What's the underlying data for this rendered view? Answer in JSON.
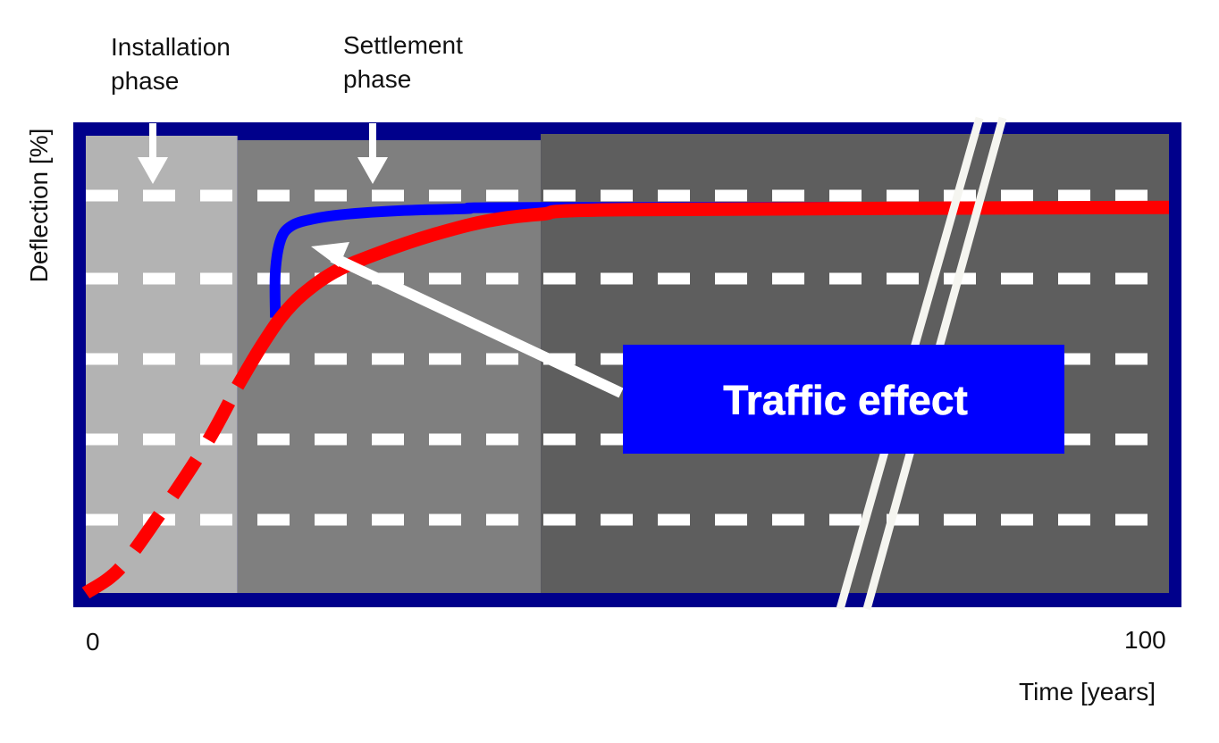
{
  "chart_data": {
    "type": "line",
    "title": "",
    "xlabel": "Time [years]",
    "ylabel": "Deflection [%]",
    "x_ticks": [
      "0",
      "100"
    ],
    "xlim": [
      0,
      100
    ],
    "ylim": [
      0,
      100
    ],
    "phases": [
      {
        "label": "Installation phase",
        "x_start": 0,
        "x_end": 14
      },
      {
        "label": "Settlement phase",
        "x_start": 14,
        "x_end": 42
      },
      {
        "label": "",
        "x_start": 42,
        "x_end": 100
      }
    ],
    "series": [
      {
        "color": "#0000ff",
        "x": [
          17.5,
          17.5,
          18,
          19,
          21,
          24,
          29,
          35,
          42,
          100
        ],
        "y": [
          60,
          70,
          77,
          80,
          81.5,
          82.5,
          83.3,
          83.7,
          84,
          84
        ]
      },
      {
        "color": "#ff0000",
        "x": [
          0,
          3,
          6.5,
          11,
          14,
          16,
          18,
          20,
          23,
          27,
          32,
          37,
          42,
          50,
          100
        ],
        "y": [
          0,
          5,
          16,
          32,
          45,
          53,
          60,
          65,
          70,
          74,
          78,
          81,
          82.5,
          83.5,
          84
        ]
      }
    ],
    "red_dashed_until_x": 14,
    "annotation": {
      "text": "Traffic effect",
      "box_color": "#0000ff",
      "target_series": 0
    },
    "grid": true,
    "colors": {
      "frame": "#00008b",
      "grid": "#ffffff",
      "phase1": "#b3b3b3",
      "phase2": "#7f7f7f",
      "phase3": "#5e5e5e"
    }
  }
}
